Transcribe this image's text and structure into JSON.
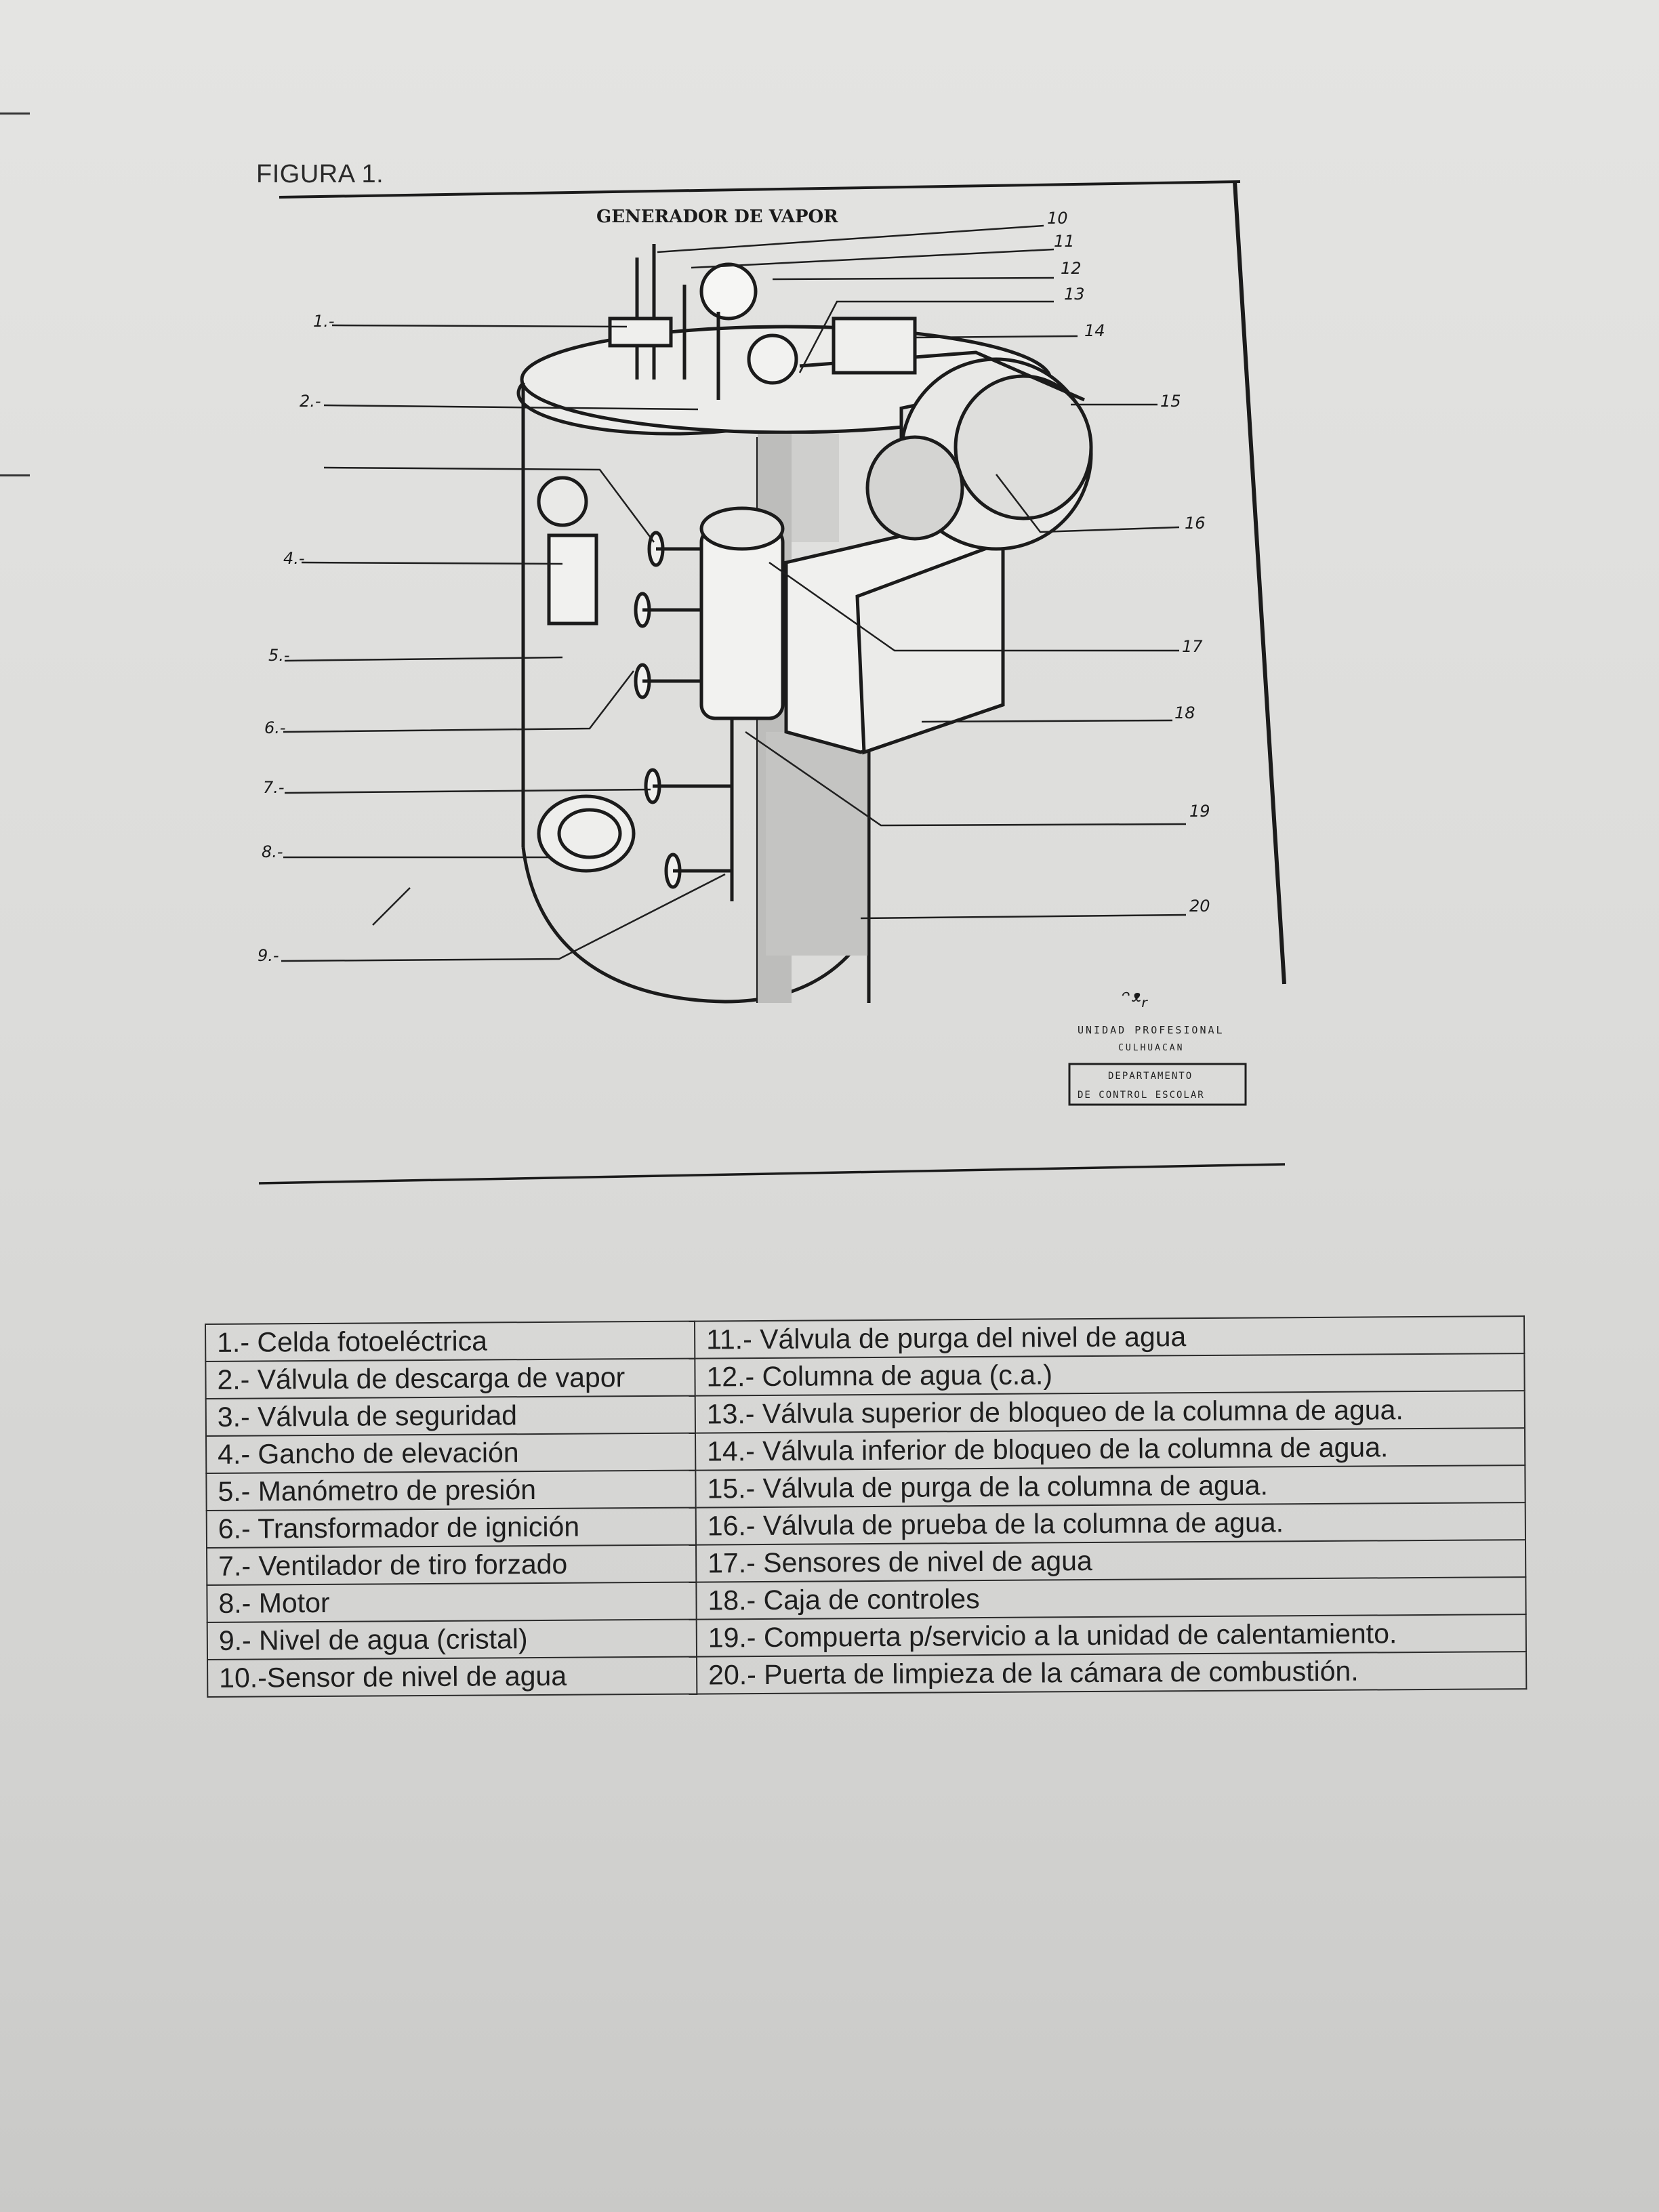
{
  "figure": {
    "caption": "FIGURA 1.",
    "diagram_title": "GENERADOR DE VAPOR",
    "callouts_left": [
      "1.-",
      "2.-",
      "4.-",
      "5.-",
      "6.-",
      "7.-",
      "8.-",
      "9.-"
    ],
    "callouts_right": [
      "10",
      "11",
      "12",
      "13",
      "14",
      "15",
      "16",
      "17",
      "18",
      "19",
      "20"
    ],
    "stamp": {
      "line1": "UNIDAD PROFESIONAL",
      "line2": "CULHUACAN",
      "box_line1": "DEPARTAMENTO",
      "box_line2": "DE CONTROL ESCOLAR"
    }
  },
  "legend": {
    "rows": [
      [
        "1.- Celda fotoeléctrica",
        "11.- Válvula de purga del nivel de agua"
      ],
      [
        "2.- Válvula de descarga de vapor",
        "12.- Columna de agua (c.a.)"
      ],
      [
        "3.- Válvula de seguridad",
        "13.- Válvula superior de bloqueo de la columna de agua."
      ],
      [
        "4.- Gancho de elevación",
        "14.- Válvula inferior de bloqueo de la columna de agua."
      ],
      [
        "5.- Manómetro de presión",
        "15.- Válvula de purga de la columna de agua."
      ],
      [
        "6.- Transformador de ignición",
        "16.- Válvula de prueba de la columna de agua."
      ],
      [
        "7.- Ventilador de tiro forzado",
        "17.- Sensores de nivel de agua"
      ],
      [
        "8.- Motor",
        "18.- Caja de controles"
      ],
      [
        "9.- Nivel de agua (cristal)",
        "19.- Compuerta p/servicio a la unidad de calentamiento."
      ],
      [
        "10.-Sensor de nivel de agua",
        "20.- Puerta de limpieza de la cámara de combustión."
      ]
    ]
  }
}
